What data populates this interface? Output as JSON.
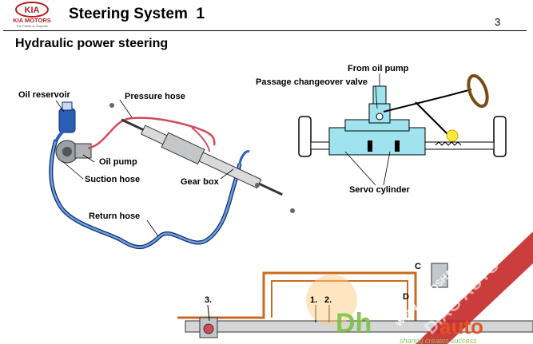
{
  "header": {
    "logo_text": "KIA",
    "brand": "KIA MOTORS",
    "tagline": "The Power to Surprise",
    "title": "Steering System  1",
    "page_number": "3"
  },
  "section_title": "Hydraulic power steering",
  "left_diagram": {
    "labels": {
      "oil_reservoir": "Oil reservoir",
      "pressure_hose": "Pressure hose",
      "oil_pump": "Oil pump",
      "suction_hose": "Suction hose",
      "gear_box": "Gear box",
      "return_hose": "Return hose"
    }
  },
  "right_diagram": {
    "labels": {
      "from_oil_pump": "From oil pump",
      "passage_valve": "Passage changeover valve",
      "servo_cylinder": "Servo cylinder"
    }
  },
  "bottom_diagram": {
    "labels": {
      "c": "C",
      "d": "D",
      "n1": "1.",
      "n2": "2.",
      "n3": "3."
    }
  },
  "watermark": {
    "text1": "WWW.AUTOSHARE.ASIA",
    "text2": "DIAG AUTO",
    "brand": "auto",
    "brand_prefix": "Dh",
    "slogan": "sharing creates success"
  },
  "colors": {
    "pressure_hose": "#d24a5a",
    "return_hose": "#2a5fb8",
    "servo": "#9fe3ee",
    "orange": "#c96a1e",
    "watermark_red": "#c62828",
    "watermark_green": "#7cc243"
  }
}
